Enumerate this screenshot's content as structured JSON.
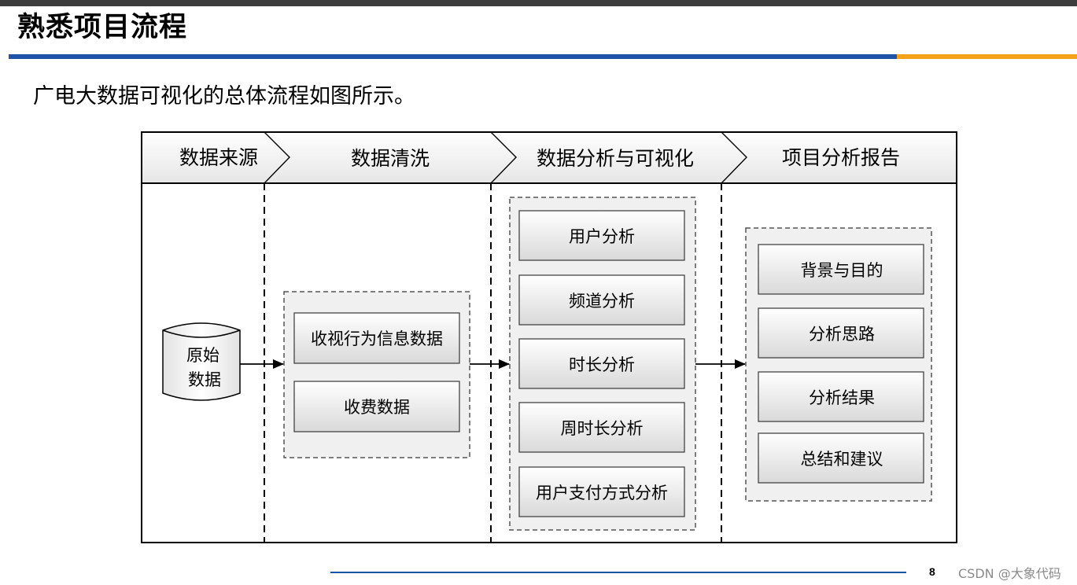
{
  "header": {
    "title": "熟悉项目流程",
    "colors": {
      "top_bar": "#3d3d3d",
      "rule_primary": "#1e54a5",
      "rule_accent": "#f5a21b"
    }
  },
  "intro": {
    "text": "广电大数据可视化的总体流程如图所示。"
  },
  "diagram": {
    "stages": [
      {
        "label": "数据来源"
      },
      {
        "label": "数据清洗"
      },
      {
        "label": "数据分析与可视化"
      },
      {
        "label": "项目分析报告"
      }
    ],
    "source": {
      "lines": [
        "原始",
        "数据"
      ]
    },
    "cleaning_items": [
      "收视行为信息数据",
      "收费数据"
    ],
    "analysis_items": [
      "用户分析",
      "频道分析",
      "时长分析",
      "周时长分析",
      "用户支付方式分析"
    ],
    "report_items": [
      "背景与目的",
      "分析思路",
      "分析结果",
      "总结和建议"
    ]
  },
  "footer": {
    "page_number": "8",
    "watermark": "CSDN @大象代码"
  }
}
